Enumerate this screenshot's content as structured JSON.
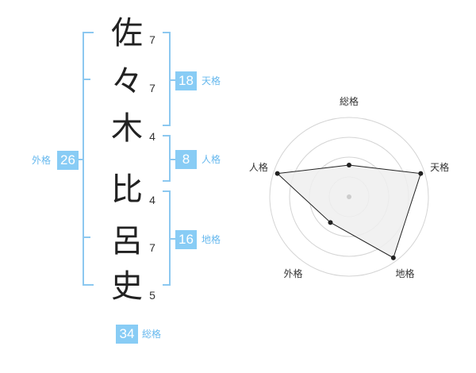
{
  "name_chars": [
    {
      "char": "佐",
      "strokes": "7"
    },
    {
      "char": "々",
      "strokes": "7"
    },
    {
      "char": "木",
      "strokes": "4"
    },
    {
      "char": "比",
      "strokes": "4"
    },
    {
      "char": "呂",
      "strokes": "7"
    },
    {
      "char": "史",
      "strokes": "5"
    }
  ],
  "kakusu": {
    "tenkaku": {
      "value": "18",
      "label": "天格"
    },
    "jinkaku": {
      "value": "8",
      "label": "人格"
    },
    "chikaku": {
      "value": "16",
      "label": "地格"
    },
    "gaikaku": {
      "value": "26",
      "label": "外格"
    },
    "soukaku": {
      "value": "34",
      "label": "総格"
    }
  },
  "chart_data": {
    "type": "radar",
    "axes": [
      "総格",
      "天格",
      "地格",
      "外格",
      "人格"
    ],
    "values": [
      0.4,
      0.95,
      0.95,
      0.4,
      0.95
    ],
    "max": 1,
    "rings": 4,
    "fill_color": "#eeeeee",
    "line_color": "#222222"
  }
}
